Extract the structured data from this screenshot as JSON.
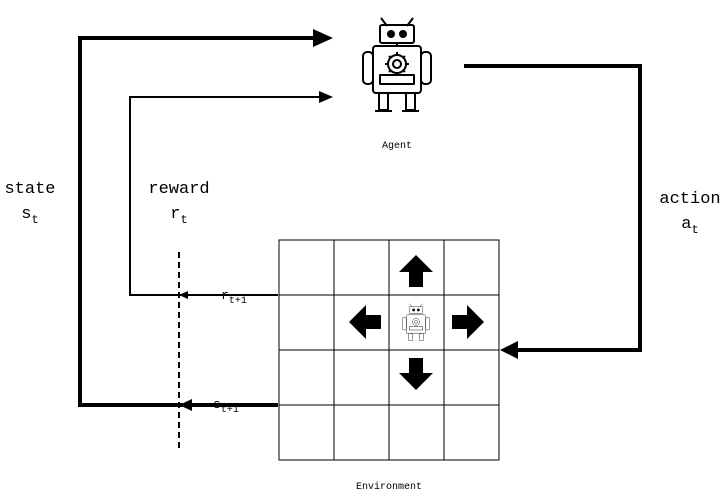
{
  "agent": {
    "label": "Agent",
    "icon": "robot-icon"
  },
  "environment": {
    "label": "Environment",
    "grid_rows": 4,
    "grid_cols": 4,
    "robot_icon": "robot-icon",
    "move_arrows": [
      "up",
      "down",
      "left",
      "right"
    ]
  },
  "state": {
    "word": "state",
    "symbol": "s",
    "subscript": "t"
  },
  "reward": {
    "word": "reward",
    "symbol": "r",
    "subscript": "t"
  },
  "action": {
    "word": "action",
    "symbol": "a",
    "subscript": "t"
  },
  "next_reward": {
    "symbol": "r",
    "subscript": "t+1"
  },
  "next_state": {
    "symbol": "s",
    "subscript": "t+1"
  }
}
